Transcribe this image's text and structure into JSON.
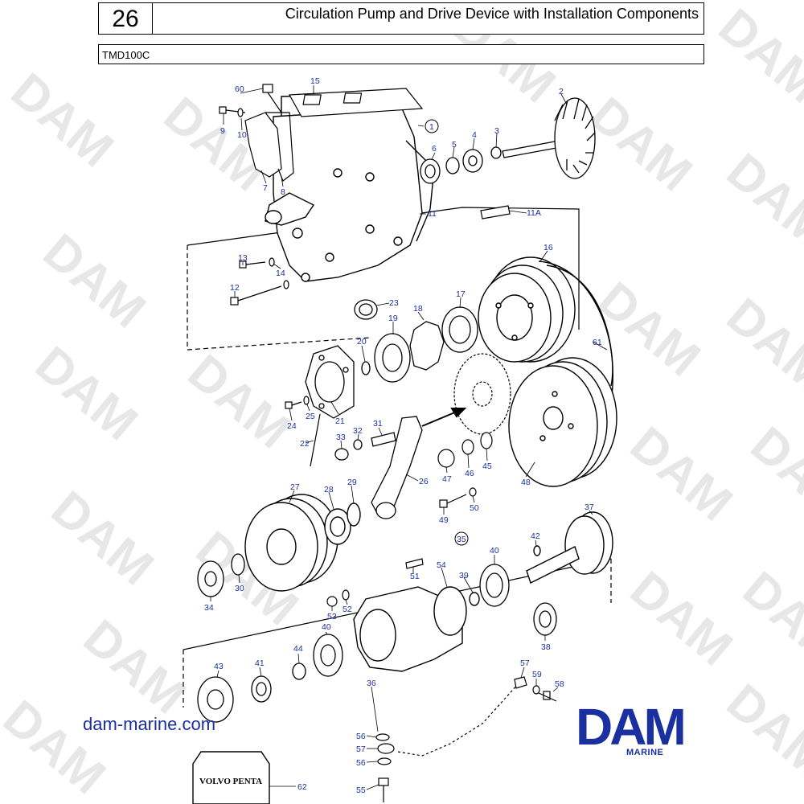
{
  "header": {
    "page_number": "26",
    "title": "Circulation Pump and Drive Device with Installation Components",
    "model": "TMD100C"
  },
  "footer": {
    "website": "dam-marine.com",
    "logo_text": "DAM",
    "logo_subtext": "MARINE",
    "box_text": "VOLVO PENTA"
  },
  "watermark_text": "DAM",
  "colors": {
    "callout": "#1a2fa0",
    "logo": "#1a2fa0",
    "line": "#000000",
    "watermark": "#d4d4d4"
  },
  "callouts": {
    "c60": "60",
    "c15": "15",
    "c2": "2",
    "c9": "9",
    "c10": "10",
    "c1": "1",
    "c6": "6",
    "c5": "5",
    "c4": "4",
    "c3": "3",
    "c7": "7",
    "c8": "8",
    "c11": "11",
    "c11A": "11A",
    "c16": "16",
    "c13": "13",
    "c14": "14",
    "c12": "12",
    "c23": "23",
    "c18": "18",
    "c17": "17",
    "c19": "19",
    "c20": "20",
    "c61": "61",
    "c24": "24",
    "c25": "25",
    "c21": "21",
    "c22": "22",
    "c33": "33",
    "c32": "32",
    "c31": "31",
    "c26": "26",
    "c47": "47",
    "c46": "46",
    "c45": "45",
    "c48": "48",
    "c27": "27",
    "c28": "28",
    "c29": "29",
    "c49": "49",
    "c50": "50",
    "c37": "37",
    "c35": "35",
    "c42": "42",
    "c40a": "40",
    "c51": "51",
    "c54": "54",
    "c39": "39",
    "c34": "34",
    "c30": "30",
    "c53": "53",
    "c52": "52",
    "c40b": "40",
    "c38": "38",
    "c43": "43",
    "c41": "41",
    "c44": "44",
    "c36": "36",
    "c57a": "57",
    "c59": "59",
    "c58": "58",
    "c56a": "56",
    "c57b": "57",
    "c56b": "56",
    "c55": "55",
    "c62": "62"
  }
}
